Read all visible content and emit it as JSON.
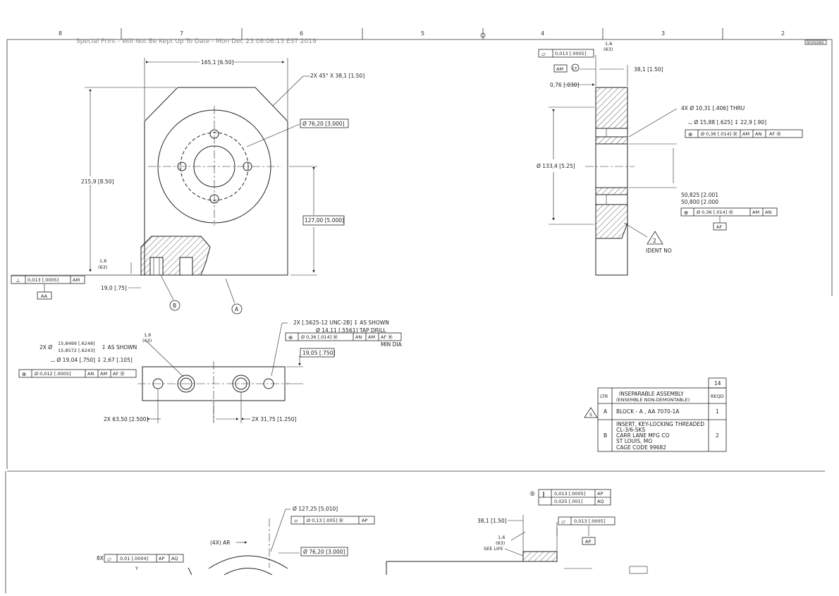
{
  "header": {
    "stamp": "Special Print - Will Not Be Kept Up To Date - Mon Dec 23 08:06:13 EST 2019",
    "zones": [
      "8",
      "7",
      "6",
      "5",
      "4",
      "3",
      "2"
    ],
    "revisions": "REVISIONS"
  },
  "top_view": {
    "width_dim": "165,1 [6.50]",
    "chamfer_note": "2X 45° X 38,1 [1.50]",
    "bore_dim": "Ø 76,20 [3.000]",
    "height_dim": "215,9 [8.50]",
    "center_dim": "127,00 [5.000]",
    "finish_mark": "1,6",
    "finish_mark_b": "(63)",
    "step_dim": "19,0 [.75]",
    "flat_fcf": {
      "symbol": "⊥",
      "tol": "0,013 [.0005]",
      "datum": "AM"
    },
    "datum_label": "AA",
    "balloon_b": "B",
    "balloon_a": "A"
  },
  "side_view": {
    "fcf": {
      "symbol": "⏥",
      "tol": "0,013 [.0005]"
    },
    "datum_am": "AM",
    "circle_sym": "CF",
    "finish_mark": "1,6",
    "finish_mark_b": "(63)",
    "thickness_dim": "38,1 [1.50]",
    "lip_dim": "0,76 [.030]",
    "holes_note": "4X Ø 10,31 [.406] THRU",
    "cbore_note": "⌴ Ø 15,88 [.625] ↧ 22,9 [.90]",
    "holes_fcf": {
      "symbol": "⊕",
      "tol": "Ø 0,36 [.014] Ⓜ",
      "d1": "AM",
      "d2": "AN",
      "d3": "AF Ⓜ"
    },
    "bc_dim": "Ø 133,4 [5.25]",
    "bore_dim_a": "50,825 [2.001",
    "bore_dim_b": "50,800 [2.000",
    "bore_fcf": {
      "symbol": "⊕",
      "tol": "Ø 0,36 [.014] Ⓜ",
      "d1": "AM",
      "d2": "AN"
    },
    "datum_af": "AF",
    "ident_tri": "2",
    "ident_note": "IDENT NO"
  },
  "bottom_view": {
    "thread_note": "2X [.5625-12 UNC-2B] ↧ AS SHOWN",
    "tap_note": "Ø 14,11 [.5561] TAP DRILL",
    "thread_fcf": {
      "symbol": "⊕",
      "tol": "Ø 0,36 [.014] Ⓜ",
      "d1": "AN",
      "d2": "AM",
      "d3": "AF Ⓜ"
    },
    "min_dia": "MIN DIA",
    "finish_mark": "1,6",
    "finish_mark_b": "(63)",
    "pin_note_a": "2X Ø",
    "pin_dia_1": "15,8499 [.6248]",
    "pin_dia_2": "15,8572 [.6243]",
    "pin_note_b": "↧ AS SHOWN",
    "cbore_note": "⌴ Ø 19,04 [.750] ↧ 2,67 [.105]",
    "pin_fcf": {
      "symbol": "⊕",
      "tol": "Ø 0,012 [.0005]",
      "d1": "AN",
      "d2": "AM",
      "d3": "AF Ⓜ"
    },
    "edge_dim": "19,05 [.750]",
    "spacing_dim": "2X 63,50 [2.500]",
    "offset_dim": "2X 31,75 [1.250]"
  },
  "parts_table": {
    "count_header": "14",
    "col_ltr": "LTR",
    "col_desc_1": "INSEPARABLE ASSEMBLY",
    "col_desc_2": "(ENSEMBLE NON-DEMONTABLE)",
    "col_reqd": "REQD",
    "flag": "5",
    "rows": [
      {
        "ltr": "A",
        "desc": [
          "BLOCK - A , AA 7070-1A"
        ],
        "qty": "1"
      },
      {
        "ltr": "B",
        "desc": [
          "INSERT, KEY-LOCKING THREADED",
          "CL-3/6-SKS",
          "CARR LANE MFG CO",
          "ST LOUIS, MO",
          "CAGE CODE 99682"
        ],
        "qty": "2"
      }
    ]
  },
  "lower_left": {
    "dia_dim": "Ø 127,25 [5.010]",
    "fcf": {
      "symbol": "⌭",
      "tol": "Ø 0,13 [.005] Ⓜ",
      "datum": "AP"
    },
    "datum_note": "(4X) AR",
    "bore_dim": "Ø 76,20 [3.000]",
    "left_fcf": {
      "symbol": "⏥",
      "tol": "0,01 [.0004]",
      "d1": "AP",
      "d2": "AQ"
    },
    "prefix": "8X",
    "tag": "Y"
  },
  "lower_right": {
    "circle_sym": "⑤",
    "fcf1": {
      "symbol": "∥",
      "tol": "0,013 [.0005]",
      "datum": "AP"
    },
    "fcf2": {
      "tol": "0,025 [.001]",
      "datum": "AQ"
    },
    "thickness_dim": "38,1 [1.50]",
    "flat_fcf": {
      "symbol": "⏥",
      "tol": "0,013 [.0005]"
    },
    "datum_ap": "AP",
    "finish_mark": "1,6",
    "finish_mark_b": "(63)",
    "note": "SEE LIFE"
  }
}
